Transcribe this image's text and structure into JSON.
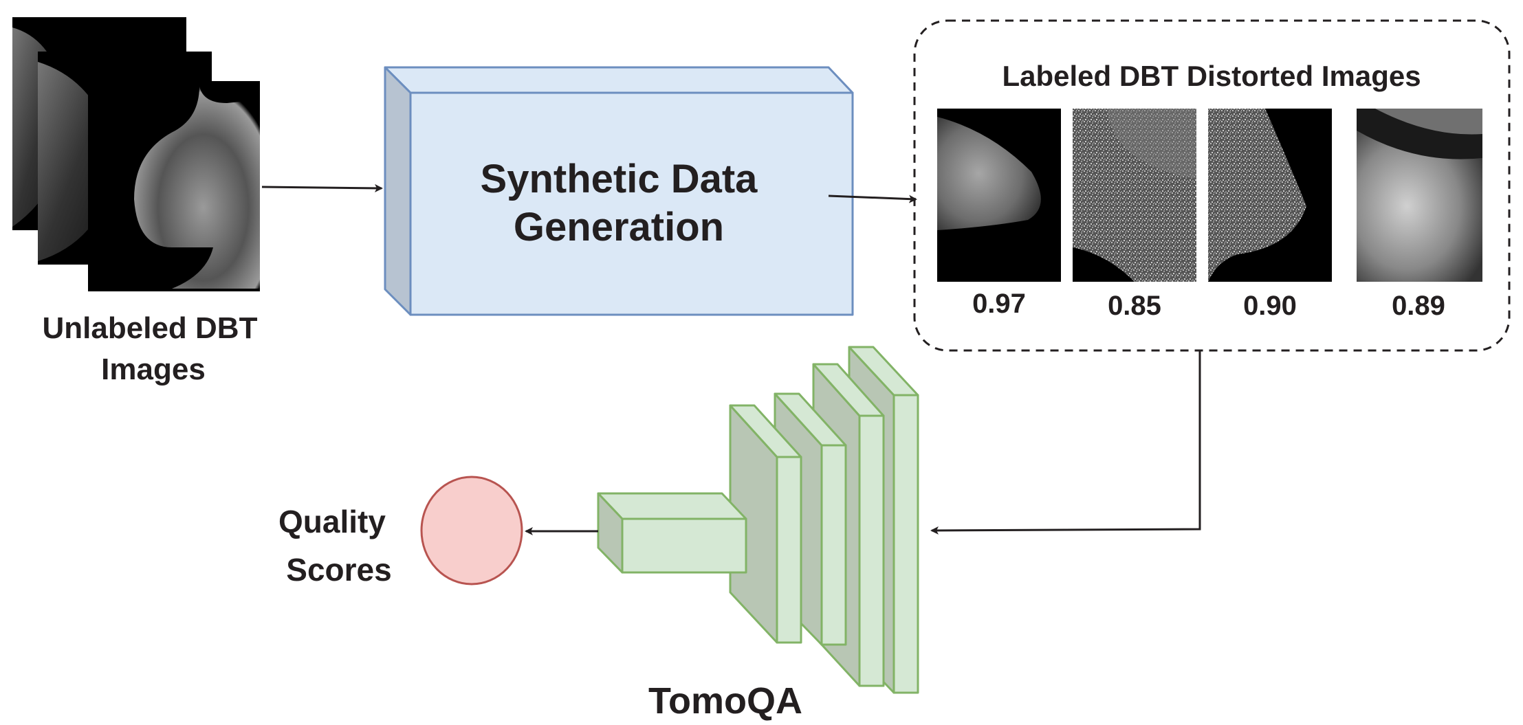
{
  "input": {
    "label_line1": "Unlabeled DBT",
    "label_line2": "Images"
  },
  "generator": {
    "label_line1": "Synthetic Data",
    "label_line2": "Generation"
  },
  "labeled_set": {
    "title": "Labeled DBT Distorted Images",
    "scores": [
      "0.97",
      "0.85",
      "0.90",
      "0.89"
    ]
  },
  "model": {
    "name": "TomoQA"
  },
  "output": {
    "label_line1": "Quality",
    "label_line2": "Scores"
  },
  "colors": {
    "box_fill": "#dbe8f6",
    "box_stroke": "#6c8ebf",
    "box_side": "#b7c3d1",
    "net_stroke": "#82b366",
    "net_light": "#d5e8d4",
    "net_dark": "#b8c6b4",
    "circle_fill": "#f8cecc",
    "circle_stroke": "#b85450"
  }
}
